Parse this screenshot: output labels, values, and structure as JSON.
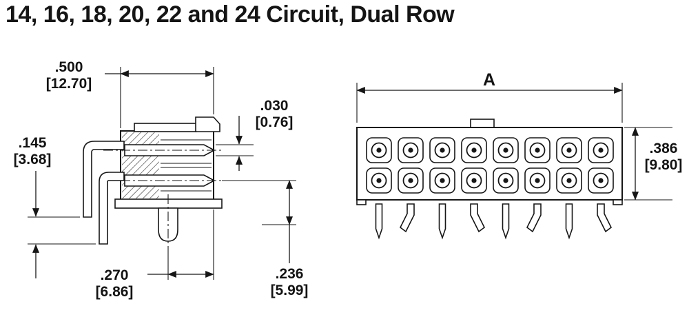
{
  "title": "14, 16, 18, 20, 22 and 24 Circuit, Dual Row",
  "side_view": {
    "dim_500": {
      "inches": ".500",
      "mm": "[12.70]"
    },
    "dim_030": {
      "inches": ".030",
      "mm": "[0.76]"
    },
    "dim_145": {
      "inches": ".145",
      "mm": "[3.68]"
    },
    "dim_270": {
      "inches": ".270",
      "mm": "[6.86]"
    },
    "dim_236": {
      "inches": ".236",
      "mm": "[5.99]"
    }
  },
  "front_view": {
    "dim_width": "A",
    "dim_386": {
      "inches": ".386",
      "mm": "[9.80]"
    },
    "rows": 2,
    "circuits_per_row": 8
  }
}
